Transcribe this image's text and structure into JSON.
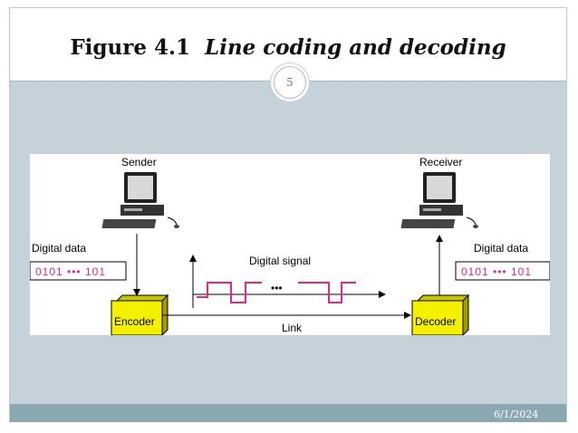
{
  "slide": {
    "title_number": "Figure 4.1",
    "title_text": "Line coding and decoding",
    "page_number": "5",
    "date": "6/1/2024"
  },
  "diagram": {
    "sender_label": "Sender",
    "receiver_label": "Receiver",
    "digital_data_left_label": "Digital data",
    "digital_data_right_label": "Digital data",
    "bits_left": "0101 ••• 101",
    "bits_right": "0101 ••• 101",
    "signal_label": "Digital signal",
    "ellipsis": "•••",
    "encoder_label": "Encoder",
    "decoder_label": "Decoder",
    "link_label": "Link",
    "colors": {
      "signal": "#e0288a",
      "box": "#f4f000",
      "bits": "#e0288a"
    }
  }
}
